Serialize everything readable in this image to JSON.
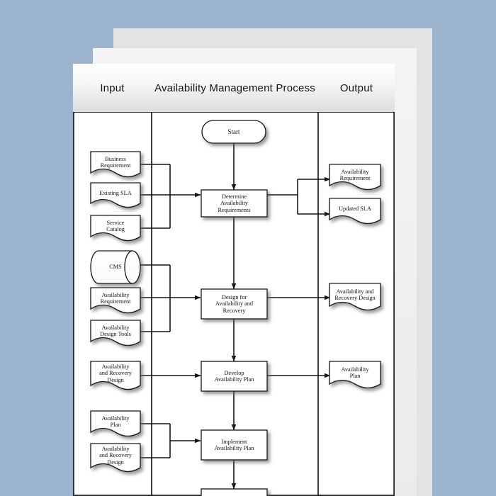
{
  "page": {
    "background_color": "#9db4ce",
    "sheet_color": "#ffffff",
    "stroke_color": "#1a1a1a"
  },
  "lanes": [
    {
      "id": "input",
      "label": "Input"
    },
    {
      "id": "process",
      "label": "Availability Management Process"
    },
    {
      "id": "output",
      "label": "Output"
    }
  ],
  "nodes": {
    "start": {
      "label": "Start",
      "shape": "terminator"
    },
    "proc1": {
      "label": "Determine\nAvailability\nRequirements",
      "shape": "process"
    },
    "proc2": {
      "label": "Design for\nAvailability and\nRecovery",
      "shape": "process"
    },
    "proc3": {
      "label": "Develop\nAvailability Plan",
      "shape": "process"
    },
    "proc4": {
      "label": "Implement\nAvailability Plan",
      "shape": "process"
    },
    "in_business": {
      "label": "Business\nRequirement",
      "shape": "document"
    },
    "in_sla": {
      "label": "Existing SLA",
      "shape": "document"
    },
    "in_catalog": {
      "label": "Service\nCatalog",
      "shape": "document"
    },
    "in_cms": {
      "label": "CMS",
      "shape": "database"
    },
    "in_availreq": {
      "label": "Availability\nRequirement",
      "shape": "document"
    },
    "in_tools": {
      "label": "Availability\nDesign Tools",
      "shape": "document"
    },
    "in_ardesign": {
      "label": "Availability\nand Recovery\nDesign",
      "shape": "document"
    },
    "in_plan": {
      "label": "Availability\nPlan",
      "shape": "document"
    },
    "in_ardesign2": {
      "label": "Availability\nand Recovery\nDesign",
      "shape": "document"
    },
    "out_availreq": {
      "label": "Availability\nRequirement",
      "shape": "document"
    },
    "out_sla": {
      "label": "Updated SLA",
      "shape": "document"
    },
    "out_design": {
      "label": "Availability and\nRecovery Design",
      "shape": "document"
    },
    "out_plan": {
      "label": "Availability\nPlan",
      "shape": "document"
    }
  },
  "flow_order": [
    "start",
    "proc1",
    "proc2",
    "proc3",
    "proc4"
  ]
}
